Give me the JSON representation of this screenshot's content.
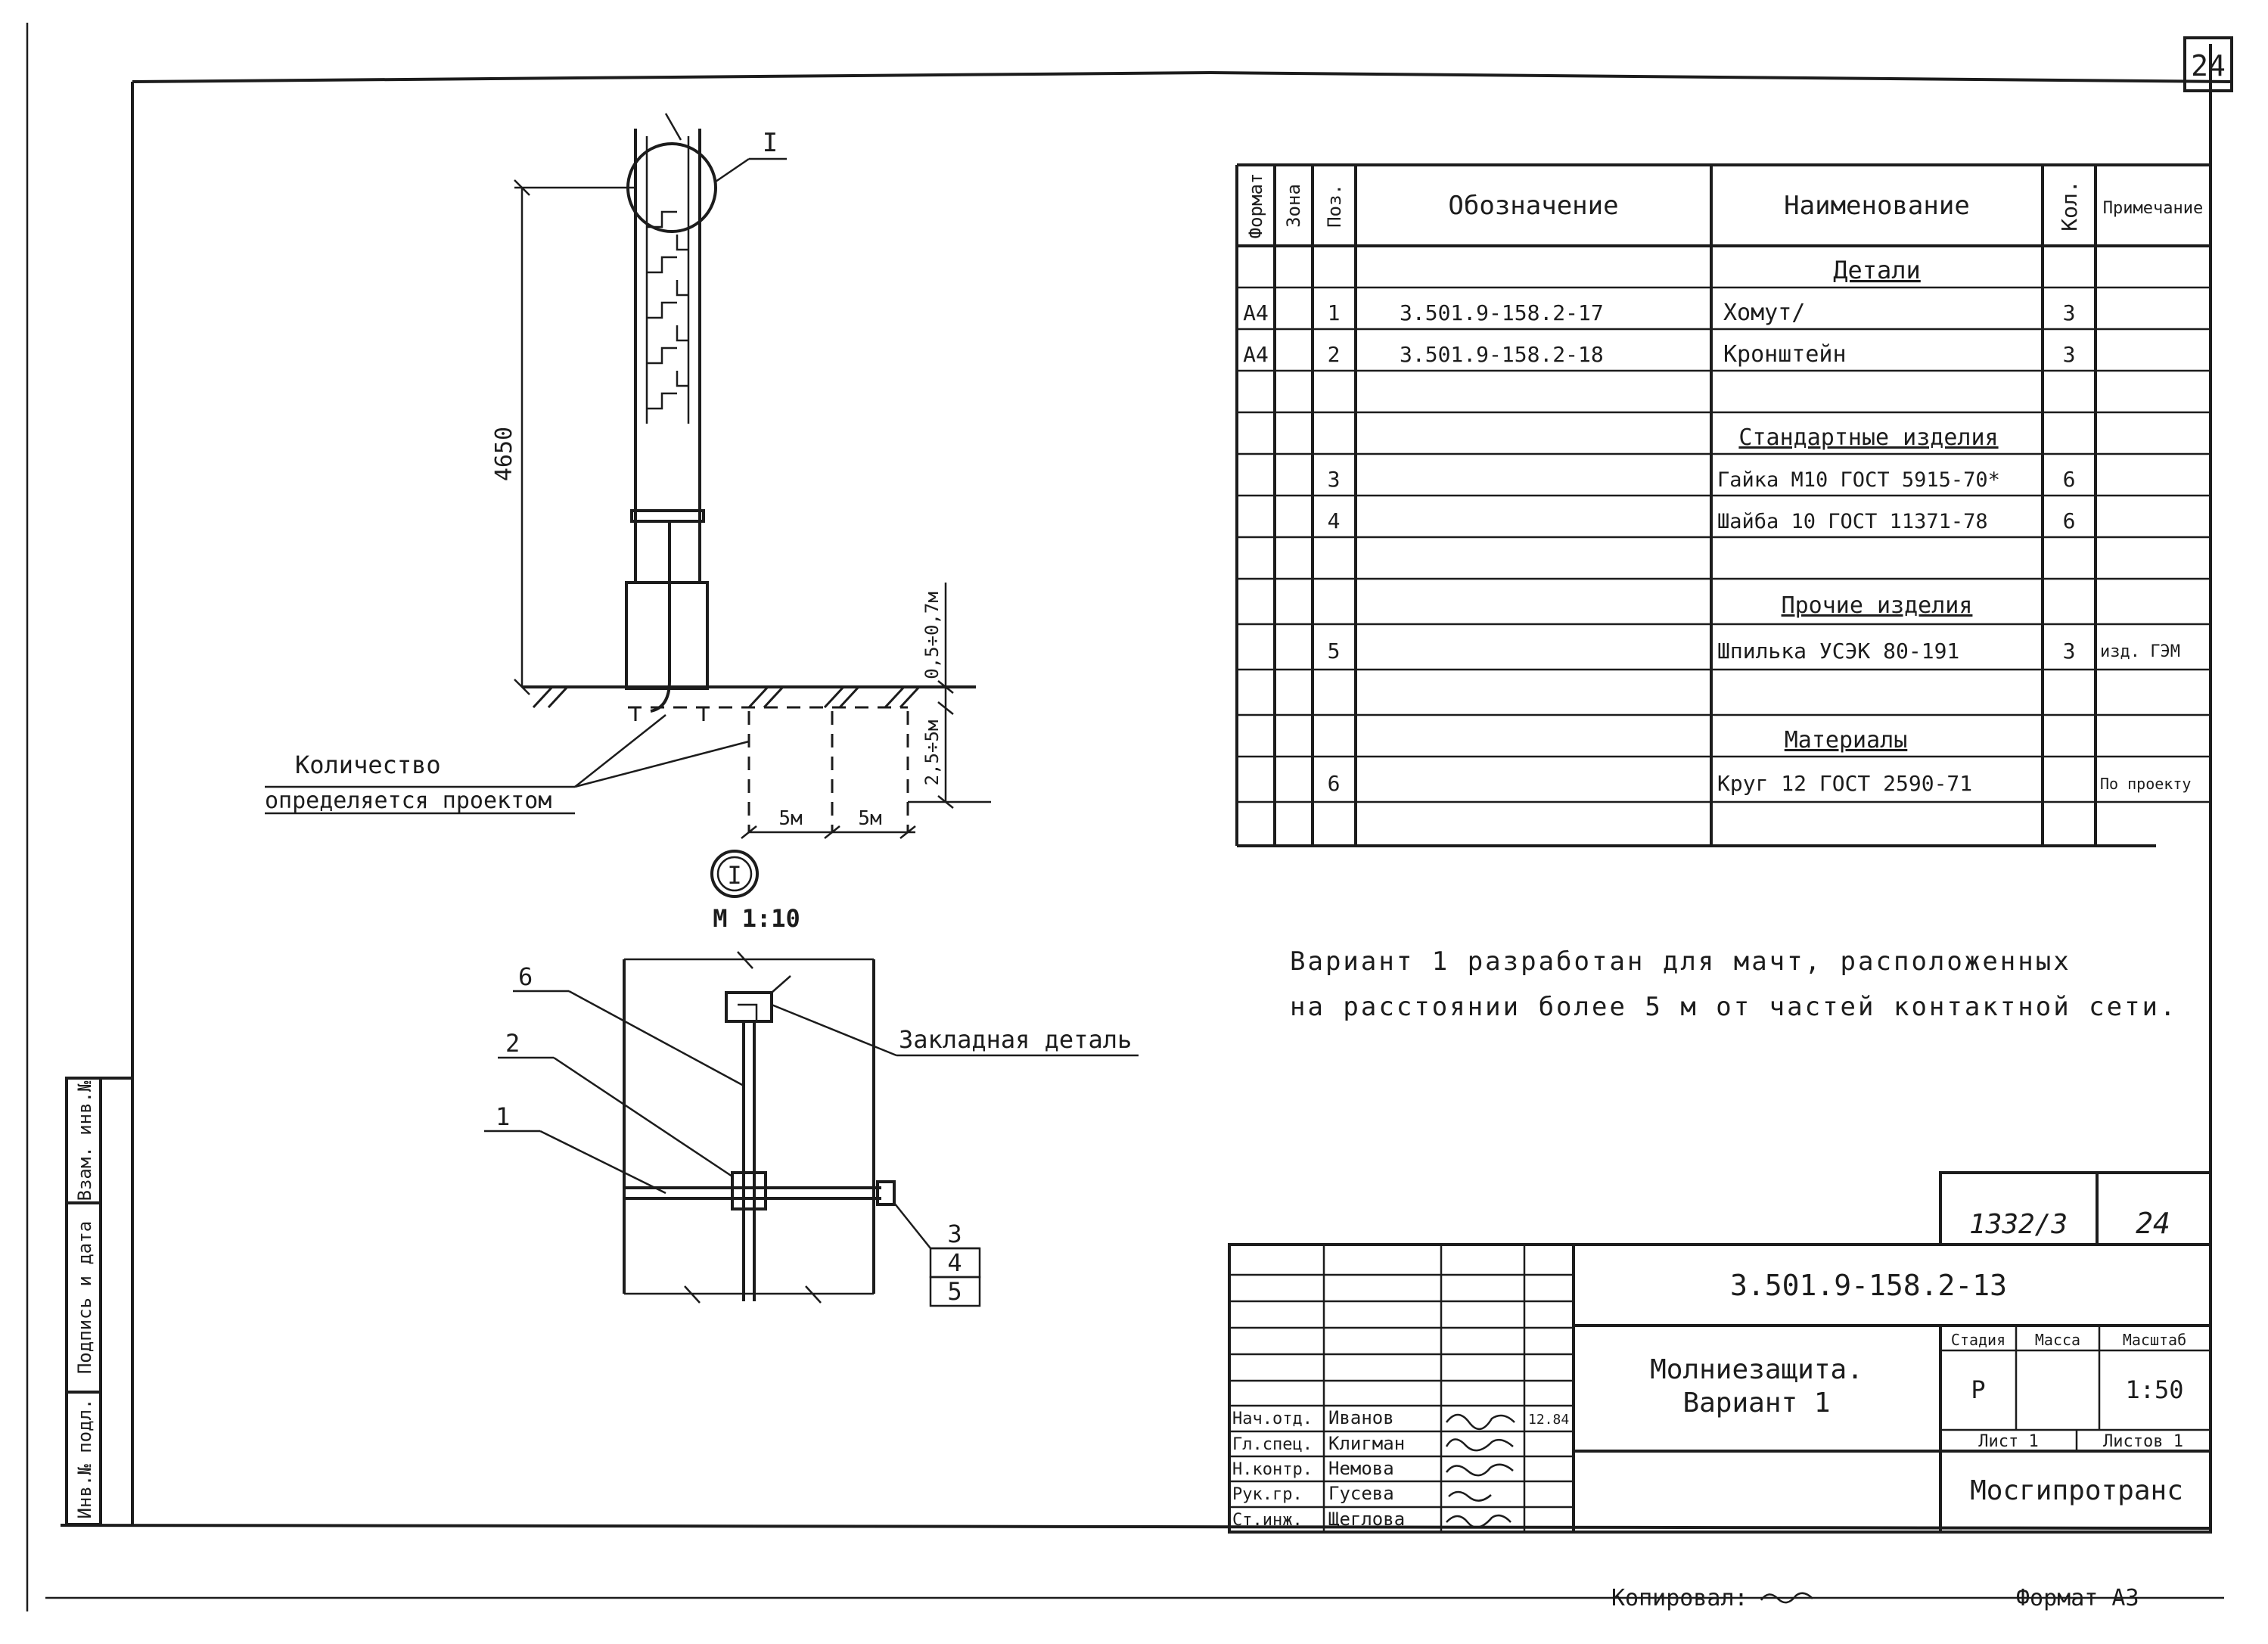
{
  "sheet_number": "24",
  "spec_table": {
    "headers": {
      "format": "Формат",
      "zone": "Зона",
      "pos": "Поз.",
      "designation": "Обозначение",
      "name": "Наименование",
      "qty": "Кол.",
      "note": "Примечание"
    },
    "rows": [
      {
        "section": "Детали"
      },
      {
        "format": "А4",
        "pos": "1",
        "designation": "3.501.9-158.2-17",
        "name": "Хомут/",
        "qty": "3",
        "note": ""
      },
      {
        "format": "А4",
        "pos": "2",
        "designation": "3.501.9-158.2-18",
        "name": "Кронштейн",
        "qty": "3",
        "note": ""
      },
      {
        "section": "Стандартные изделия"
      },
      {
        "pos": "3",
        "name": "Гайка М10 ГОСТ 5915-70*",
        "qty": "6",
        "note": ""
      },
      {
        "pos": "4",
        "name": "Шайба 10 ГОСТ 11371-78",
        "qty": "6",
        "note": ""
      },
      {
        "section": "Прочие изделия"
      },
      {
        "pos": "5",
        "name": "Шпилька УСЭК 80-191",
        "qty": "3",
        "note": "изд. ГЭМ"
      },
      {
        "section": "Материалы"
      },
      {
        "pos": "6",
        "name": "Круг 12 ГОСТ 2590-71",
        "qty": "",
        "note": "По проекту"
      }
    ]
  },
  "drawing": {
    "callout_I": "I",
    "dim_height": "4650",
    "dim_depth_above": "0,5÷0,7м",
    "dim_depth_below": "2,5÷5м",
    "dim_spacing_1": "5м",
    "dim_spacing_2": "5м",
    "quantity_note_line1": "Количество",
    "quantity_note_line2": "определяется проектом",
    "detail_marker": "I",
    "detail_scale": "М 1:10",
    "embedded_part_label": "Закладная деталь",
    "callout_6": "6",
    "callout_2": "2",
    "callout_1": "1",
    "callout_3": "3",
    "callout_4": "4",
    "callout_5": "5"
  },
  "note": {
    "line1": "Вариант 1 разработан для мачт, расположенных",
    "line2": "на расстоянии более 5 м от частей контактной сети."
  },
  "stamp": {
    "archive_number": "1332/3",
    "archive_sheet": "24",
    "code": "3.501.9-158.2-13",
    "title_line1": "Молниезащита.",
    "title_line2": "Вариант 1",
    "stage_header": "Стадия",
    "mass_header": "Масса",
    "scale_header": "Масштаб",
    "stage": "Р",
    "mass": "",
    "scale": "1:50",
    "sheet_label": "Лист 1",
    "sheets_label": "Листов 1",
    "organization": "Мосгипротранс",
    "signatures": [
      {
        "role": "Нач.отд.",
        "name": "Иванов",
        "date": "12.84"
      },
      {
        "role": "Гл.спец.",
        "name": "Клигман",
        "date": ""
      },
      {
        "role": "Н.контр.",
        "name": "Немова",
        "date": ""
      },
      {
        "role": "Рук.гр.",
        "name": "Гусева",
        "date": ""
      },
      {
        "role": "Ст.инж.",
        "name": "Щеглова",
        "date": ""
      }
    ]
  },
  "left_margin": {
    "label1": "Инв.№ подл.",
    "label2": "Подпись и дата",
    "label3": "Взам. инв.№"
  },
  "footer": {
    "copied_label": "Копировал:",
    "format_label": "Формат А3"
  }
}
